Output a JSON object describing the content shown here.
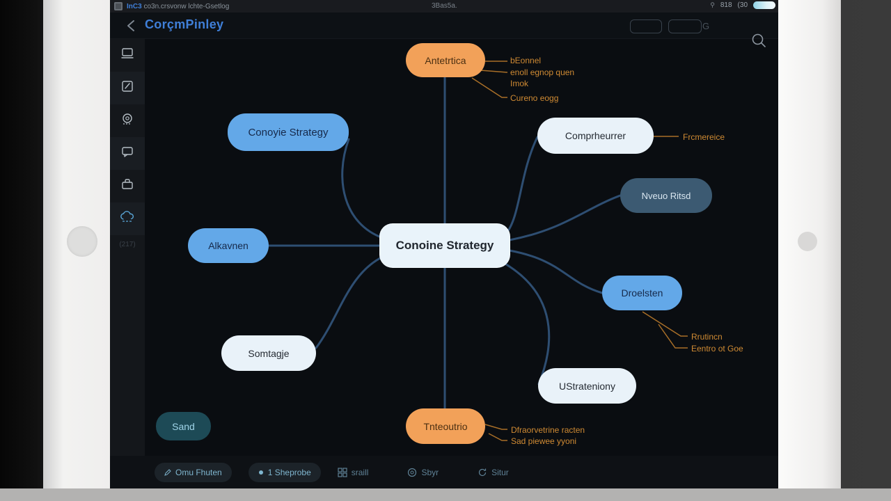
{
  "tab_bar": {
    "title_prefix": "InC3",
    "title_rest": " co3n.crsvonw lchte-Gsetlog",
    "center_text": "3Bas5a.",
    "status_left": "818",
    "status_right": "(30"
  },
  "header": {
    "title": "CorçmPinley",
    "ghost_text": "G"
  },
  "sidebar": {
    "footer_text": "(217)"
  },
  "mindmap": {
    "center_label": "Conoine Strategy",
    "nodes": [
      {
        "label": "Antetrtica"
      },
      {
        "label": "Conoyie Strategy"
      },
      {
        "label": "Comprheurrer"
      },
      {
        "label": "Nveuo Ritsd"
      },
      {
        "label": "Alkavnen"
      },
      {
        "label": "Droelsten"
      },
      {
        "label": "Somtagje"
      },
      {
        "label": "UStrateniony"
      },
      {
        "label": "Tnteoutrio"
      }
    ],
    "annotations": {
      "top": [
        "bEonnel",
        "enoll egnop quen",
        "Imok",
        "Cureno eogg"
      ],
      "right": "Frcmereice",
      "mid_right": [
        "Rrutincn",
        "Eentro ot Goe"
      ],
      "bottom": [
        "Dfraorvetrine racten",
        "Sad piewee yyoni"
      ]
    }
  },
  "send_button": {
    "label": "Sand"
  },
  "toolbar": {
    "items": [
      {
        "label": "Omu Fhuten"
      },
      {
        "label": "1 Sheprobe"
      },
      {
        "label": "sraill"
      },
      {
        "label": "Sbyr"
      },
      {
        "label": "Situr"
      }
    ]
  },
  "colors": {
    "accent_blue": "#63a8e8",
    "node_light": "#e9f3fa",
    "node_dark": "#3c5a72",
    "node_orange": "#f2a159",
    "annotation_orange": "#cf8a33",
    "edge_line": "#2e4e72",
    "send_teal": "#1d4a56"
  }
}
